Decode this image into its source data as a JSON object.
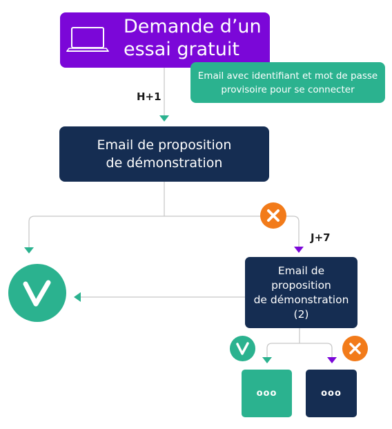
{
  "trial_request": {
    "title": "Demande d’un\nessai gratuit",
    "icon": "laptop-icon"
  },
  "email_note": {
    "text": "Email avec identifiant et mot de passe provisoire pour se connecter"
  },
  "delays": {
    "first": "H+1",
    "second": "J+7"
  },
  "email_step_1": {
    "text": "Email de proposition\nde démonstration"
  },
  "email_step_2": {
    "text": "Email de\nproposition\nde démonstration\n(2)"
  },
  "outcomes": {
    "final_success_icon": "check-circle-icon",
    "failure_icon": "x-circle-icon",
    "next_success": "ooo",
    "next_failure": "ooo"
  },
  "colors": {
    "navy": "#152d52",
    "teal": "#2bb28f",
    "purple": "#7b07d8",
    "orange": "#f27b1a",
    "line": "#c8c8c8"
  }
}
